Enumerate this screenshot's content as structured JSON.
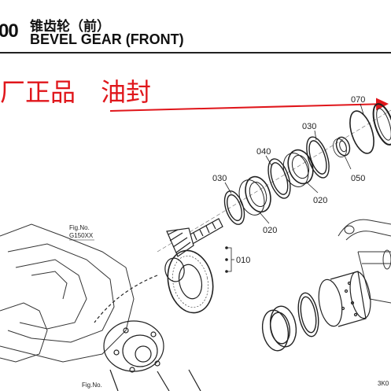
{
  "header": {
    "section_number": "00",
    "title_cn": "锥齿轮（前）",
    "title_en": "BEVEL GEAR (FRONT)"
  },
  "notice": {
    "text_left": "厂正品",
    "text_right": "油封",
    "color": "#e0161b"
  },
  "callouts": {
    "c070": "070",
    "c030_top": "030",
    "c040": "040",
    "c050": "050",
    "c020_right": "020",
    "c030_left": "030",
    "c020_left": "020",
    "c010": "010"
  },
  "figure_refs": {
    "fig_label": "Fig.No.",
    "fig_code": "G150XX",
    "fig_label_bottom": "Fig.No."
  },
  "corner_code": "3K0"
}
